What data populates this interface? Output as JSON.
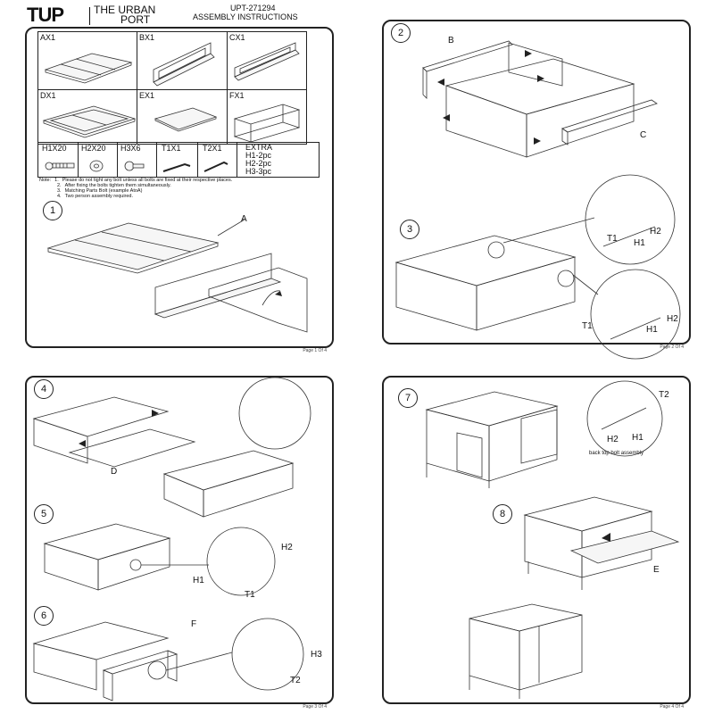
{
  "header": {
    "logo": "TUP",
    "brand_line1": "THE URBAN",
    "brand_line2": "PORT",
    "model": "UPT-271294",
    "doc_title": "ASSEMBLY INSTRUCTIONS"
  },
  "parts": [
    {
      "id": "AX1"
    },
    {
      "id": "BX1"
    },
    {
      "id": "CX1"
    },
    {
      "id": "DX1"
    },
    {
      "id": "EX1"
    },
    {
      "id": "FX1"
    }
  ],
  "hardware": [
    {
      "id": "H1X20"
    },
    {
      "id": "H2X20"
    },
    {
      "id": "H3X6"
    },
    {
      "id": "T1X1"
    },
    {
      "id": "T2X1"
    }
  ],
  "extra": {
    "title": "EXTRA",
    "items": [
      "H1-2pc",
      "H2-2pc",
      "H3-3pc"
    ]
  },
  "notes": {
    "label": "Note:",
    "items": [
      {
        "num": "1.",
        "text": "Please do not tight any bolt unless all bolts are fixed at their respective places."
      },
      {
        "num": "2.",
        "text": "After fixing the bolts tighten them simultaneously."
      },
      {
        "num": "3.",
        "text": "Matching Parts Bolt (example AtoA)"
      },
      {
        "num": "4.",
        "text": "Two person assembly required."
      }
    ]
  },
  "steps": [
    "1",
    "2",
    "3",
    "4",
    "5",
    "6",
    "7",
    "8"
  ],
  "callouts": {
    "a": "A",
    "b": "B",
    "c": "C",
    "d": "D",
    "e": "E",
    "f": "F",
    "h1": "H1",
    "h2": "H2",
    "h3": "H3",
    "t1": "T1",
    "t2": "T2"
  },
  "step7_caption": "back top bolt assembly",
  "footers": [
    "Page 1 Of 4",
    "Page 2 Of 4",
    "Page 3 Of 4",
    "Page 4 Of 4"
  ]
}
